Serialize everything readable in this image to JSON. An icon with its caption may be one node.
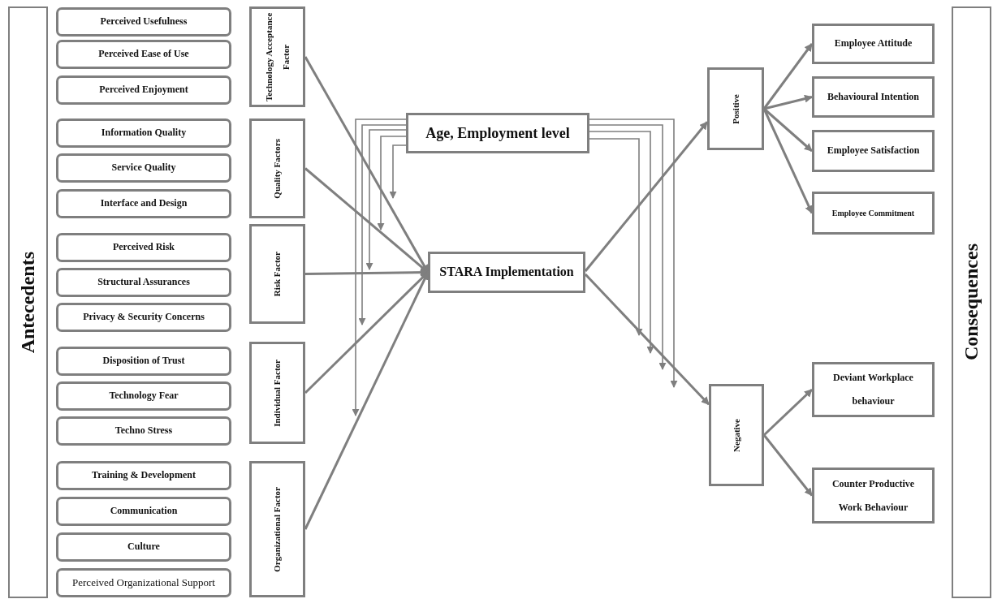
{
  "diagram": {
    "nodes": [
      {
        "text": [
          "Antecedents"
        ]
      },
      {
        "text": [
          "Perceived Usefulness"
        ]
      },
      {
        "text": [
          "Perceived Ease of Use"
        ]
      },
      {
        "text": [
          "Perceived Enjoyment"
        ]
      },
      {
        "text": [
          "Information Quality"
        ]
      },
      {
        "text": [
          "Service Quality"
        ]
      },
      {
        "text": [
          "Interface and Design"
        ]
      },
      {
        "text": [
          "Perceived Risk"
        ]
      },
      {
        "text": [
          "Structural Assurances"
        ]
      },
      {
        "text": [
          "Privacy & Security Concerns"
        ]
      },
      {
        "text": [
          "Disposition of Trust"
        ]
      },
      {
        "text": [
          "Technology Fear"
        ]
      },
      {
        "text": [
          "Techno Stress"
        ]
      },
      {
        "text": [
          "Training & Development"
        ]
      },
      {
        "text": [
          "Communication"
        ]
      },
      {
        "text": [
          "Culture"
        ]
      },
      {
        "text": [
          "Perceived Organizational Support"
        ]
      },
      {
        "text": [
          "Technology Acceptance Factor"
        ]
      },
      {
        "text": [
          "Quality Factors"
        ]
      },
      {
        "text": [
          "Risk Factor"
        ]
      },
      {
        "text": [
          "Individual Factor"
        ]
      },
      {
        "text": [
          "Organizational Factor"
        ]
      },
      {
        "text": [
          "Age, Employment level"
        ]
      },
      {
        "text": [
          "STARA Implementation"
        ]
      },
      {
        "text": [
          "Positive"
        ]
      },
      {
        "text": [
          "Negative"
        ]
      },
      {
        "text": [
          "Employee Attitude"
        ]
      },
      {
        "text": [
          "Behavioural Intention"
        ]
      },
      {
        "text": [
          "Employee Satisfaction"
        ]
      },
      {
        "text": [
          "Employee Commitment"
        ]
      },
      {
        "text": [
          "Deviant Workplace behaviour"
        ]
      },
      {
        "text": [
          "Counter Productive Work Behaviour"
        ]
      },
      {
        "text": [
          "Consequences"
        ]
      }
    ],
    "edges": [
      {
        "from": 17,
        "to": 23,
        "arrow": "to"
      },
      {
        "from": 18,
        "to": 23,
        "arrow": "to"
      },
      {
        "from": 19,
        "to": 23,
        "arrow": "to"
      },
      {
        "from": 20,
        "to": 23,
        "arrow": "to"
      },
      {
        "from": 21,
        "to": 23,
        "arrow": "to"
      },
      {
        "from": 23,
        "to": 24,
        "arrow": "to"
      },
      {
        "from": 23,
        "to": 25,
        "arrow": "to"
      },
      {
        "from": 24,
        "to": 26,
        "arrow": "to"
      },
      {
        "from": 24,
        "to": 27,
        "arrow": "to"
      },
      {
        "from": 24,
        "to": 28,
        "arrow": "to"
      },
      {
        "from": 24,
        "to": 29,
        "arrow": "to"
      },
      {
        "from": 25,
        "to": 30,
        "arrow": "to"
      },
      {
        "from": 25,
        "to": 31,
        "arrow": "to"
      },
      {
        "from": 22,
        "to": null,
        "arrow": "to"
      },
      {
        "from": 22,
        "to": null,
        "arrow": "to"
      },
      {
        "from": 22,
        "to": null,
        "arrow": "to"
      },
      {
        "from": 22,
        "to": null,
        "arrow": "to"
      },
      {
        "from": 22,
        "to": null,
        "arrow": "to"
      },
      {
        "from": 22,
        "to": null,
        "arrow": "to"
      },
      {
        "from": 22,
        "to": null,
        "arrow": "to"
      },
      {
        "from": 22,
        "to": null,
        "arrow": "to"
      },
      {
        "from": 22,
        "to": null,
        "arrow": "to"
      }
    ]
  }
}
